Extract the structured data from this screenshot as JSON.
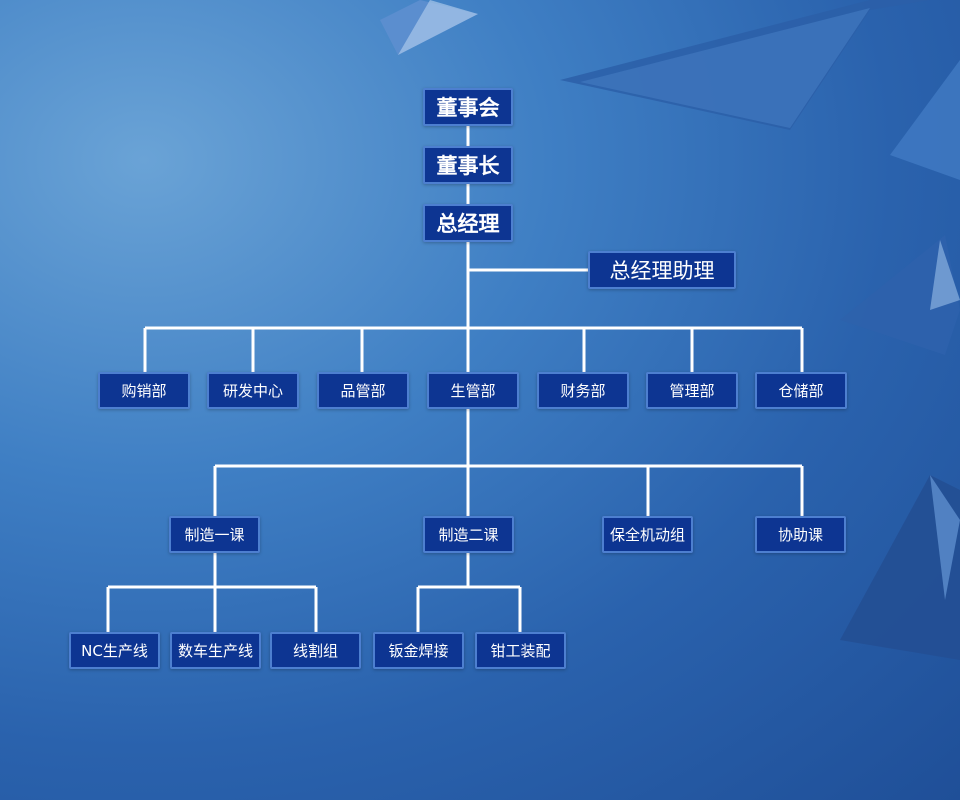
{
  "org": {
    "board": "董事会",
    "chairman": "董事长",
    "gm": "总经理",
    "assistant": "总经理助理",
    "departments": [
      "购销部",
      "研发中心",
      "品管部",
      "生管部",
      "财务部",
      "管理部",
      "仓储部"
    ],
    "production_units": [
      "制造一课",
      "制造二课",
      "保全机动组",
      "协助课"
    ],
    "unit1_lines": [
      "NC生产线",
      "数车生产线",
      "线割组"
    ],
    "unit2_lines": [
      "钣金焊接",
      "钳工装配"
    ]
  },
  "colors": {
    "box_fill": "#0d3592",
    "box_border": "#4d7fd0",
    "connector": "#ffffff"
  }
}
